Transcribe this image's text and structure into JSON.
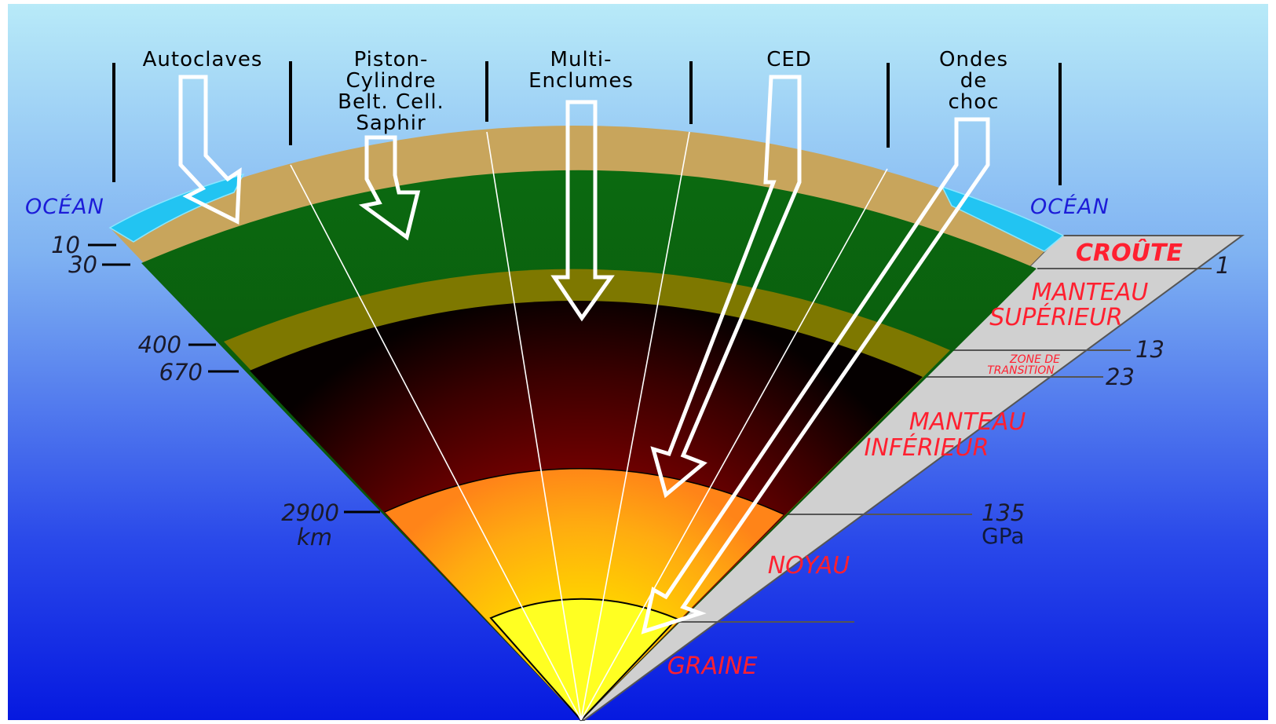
{
  "techniques": [
    {
      "lines": [
        "Autoclaves"
      ]
    },
    {
      "lines": [
        "Piston-",
        "Cylindre",
        "Belt. Cell.",
        "Saphir"
      ]
    },
    {
      "lines": [
        "Multi-",
        "Enclumes"
      ]
    },
    {
      "lines": [
        "CED"
      ]
    },
    {
      "lines": [
        "Ondes",
        "de",
        "choc"
      ]
    }
  ],
  "ocean_left": "OCÉAN",
  "ocean_right": "OCÉAN",
  "depths": [
    "10",
    "30",
    "400",
    "670",
    "2900",
    "km"
  ],
  "layers": {
    "croute": "CROÛTE",
    "manteau_superieur": [
      "MANTEAU",
      "SUPÉRIEUR"
    ],
    "zone_transition": [
      "ZONE  DE",
      "TRANSITION"
    ],
    "manteau_inferieur": [
      "MANTEAU",
      "INFÉRIEUR"
    ],
    "noyau": "NOYAU",
    "graine": "GRAINE"
  },
  "pressures": [
    "1",
    "13",
    "23",
    "135",
    "GPa"
  ],
  "colors": {
    "sky_top": "#b6e8f8",
    "sky_bottom": "#0a1ee0",
    "crust": "#c8a55c",
    "upper_mantle": "#0e5a0e",
    "transition_zone": "#7e7800",
    "lower_mantle_top": "#140000",
    "lower_mantle_bottom": "#7a0000",
    "core_top": "#ff8a18",
    "core_bottom": "#ffc000",
    "inner_core": "#ffff20",
    "ocean": "#20c8f0",
    "panel": "#d0d0d0",
    "label_red": "#ff2030"
  }
}
